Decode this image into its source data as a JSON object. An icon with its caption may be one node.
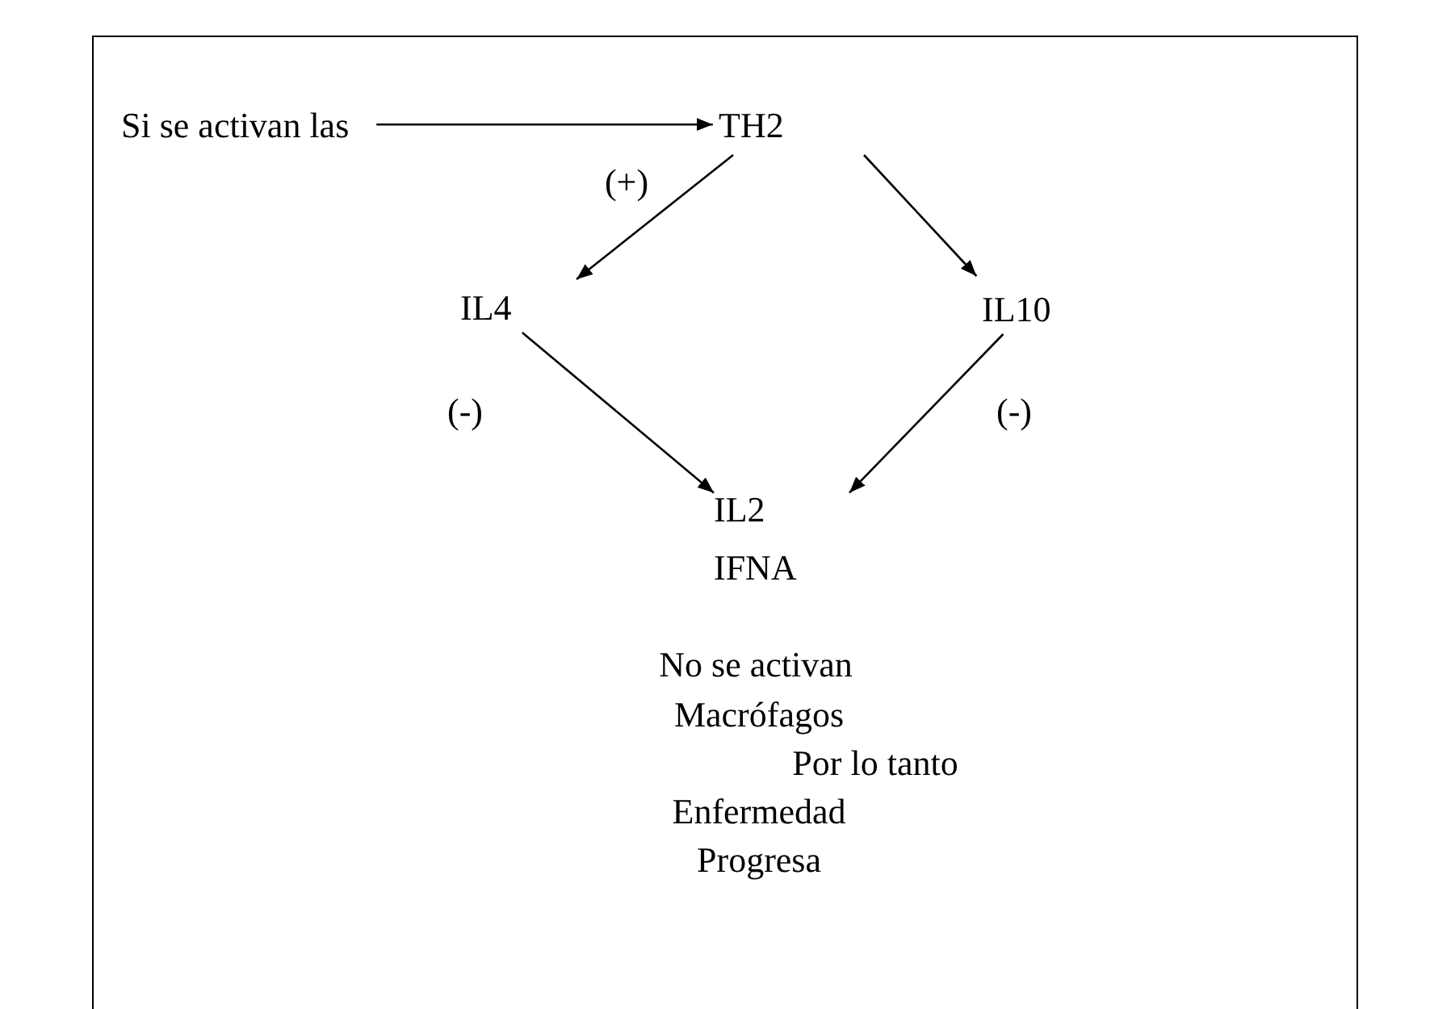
{
  "diagram": {
    "nodes": [
      {
        "text": [
          "Si se activan las"
        ]
      },
      {
        "text": [
          "TH2"
        ]
      },
      {
        "text": [
          "IL4"
        ]
      },
      {
        "text": [
          "IL10"
        ]
      },
      {
        "text": [
          "IL2",
          "IFNA"
        ]
      }
    ],
    "edges": [
      {
        "from": 0,
        "to": 1,
        "arrow": "to",
        "label": "(+)"
      },
      {
        "from": 1,
        "to": 2,
        "arrow": "to"
      },
      {
        "from": 1,
        "to": 3,
        "arrow": "to"
      },
      {
        "from": 2,
        "to": 4,
        "arrow": "to",
        "label": "(-)"
      },
      {
        "from": 3,
        "to": 4,
        "arrow": "to",
        "label": "(-)"
      }
    ],
    "labels": [
      "No se activan",
      "Macrófagos",
      "Por lo tanto",
      "Enfermedad",
      "Progresa"
    ]
  }
}
